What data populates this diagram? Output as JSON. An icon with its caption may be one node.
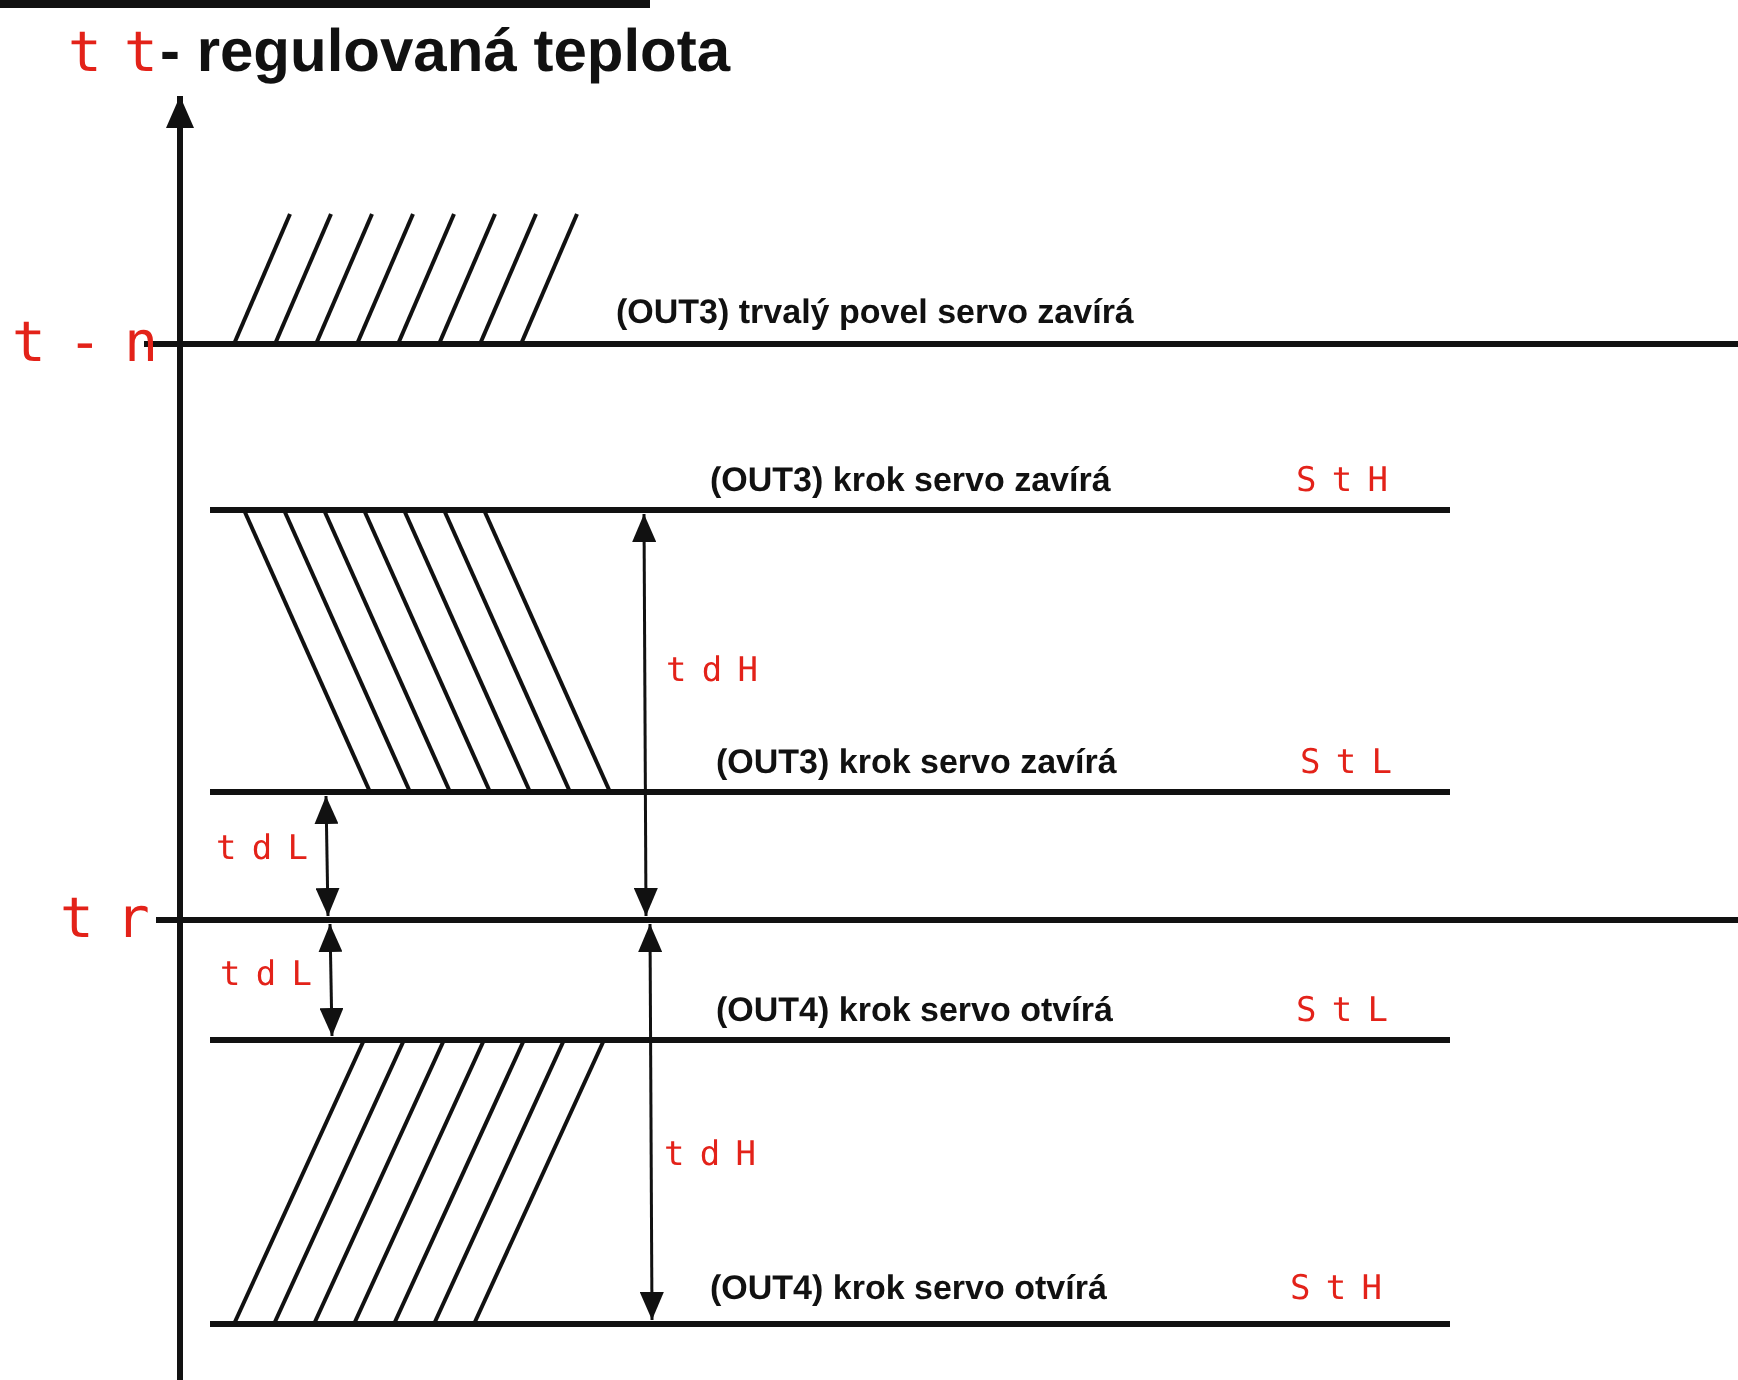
{
  "diagram": {
    "labels": [
      "tt",
      "- regulovaná teplota",
      "t-n",
      "(OUT3) trvalý povel servo zavírá",
      "(OUT3) krok servo zavírá",
      "StH",
      "tdH",
      "(OUT3) krok servo zavírá",
      "StL",
      "tdL",
      "tr",
      "tdL",
      "(OUT4) krok servo otvírá",
      "StL",
      "tdH",
      "(OUT4) krok servo otvírá",
      "StH"
    ]
  }
}
